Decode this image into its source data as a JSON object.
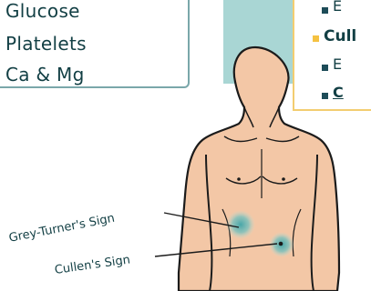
{
  "left_list": [
    "Glucose",
    "Platelets",
    "Ca & Mg"
  ],
  "right_list": {
    "top_item_letter": "E",
    "section_title": "Cull",
    "sub_items": [
      "E",
      "C"
    ]
  },
  "labels": {
    "grey_turner": "Grey-Turner's Sign",
    "cullen": "Cullen's Sign"
  },
  "colors": {
    "teal": "#7aa7aa",
    "teal_light": "#a9d6d4",
    "skin": "#f3c7a6",
    "text": "#123f44",
    "bullet_gold": "#f5c242",
    "bullet_navy": "#1d4c58",
    "bruise": "#3fa4a8"
  }
}
